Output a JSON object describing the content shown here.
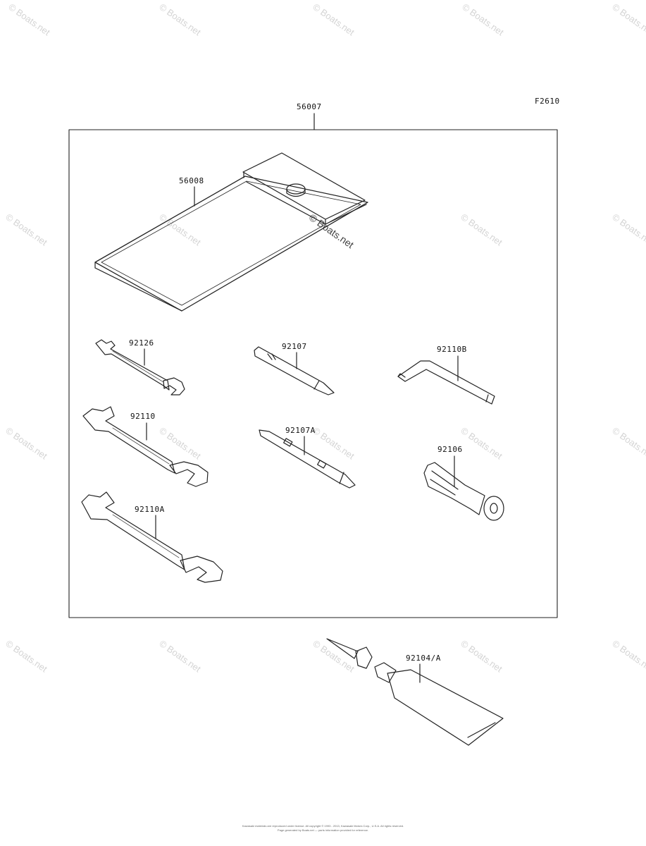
{
  "diagram": {
    "figure_code": "F2610",
    "kit_part": "56007",
    "parts": {
      "p56008": "56008",
      "p92126": "92126",
      "p92107": "92107",
      "p92110B": "92110B",
      "p92110": "92110",
      "p92107A": "92107A",
      "p92106": "92106",
      "p92110A": "92110A",
      "p92104A": "92104/A"
    }
  },
  "watermark": "© Boats.net",
  "footer": {
    "line1": "Kawasaki materials are reproduced under license. All copyright © 1993 - 2013, Kawasaki Motors Corp., U.S.A. All rights reserved.",
    "line2": "Page generated by Boats.net — parts information provided for reference."
  }
}
